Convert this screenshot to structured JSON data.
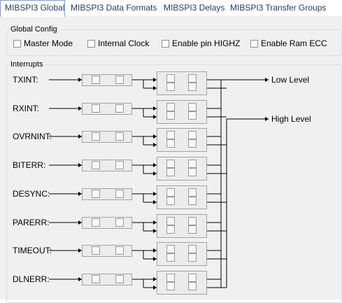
{
  "tabs": [
    {
      "label": "MIBSPI3 Global",
      "active": true
    },
    {
      "label": "MIBSPI3 Data Formats",
      "active": false
    },
    {
      "label": "MIBSPI3 Delays",
      "active": false
    },
    {
      "label": "MIBSPI3 Transfer Groups",
      "active": false
    }
  ],
  "global_config": {
    "title": "Global Config",
    "options": [
      {
        "label": "Master Mode",
        "checked": false
      },
      {
        "label": "Internal Clock",
        "checked": false
      },
      {
        "label": "Enable pin HIGHZ",
        "checked": false
      },
      {
        "label": "Enable Ram ECC",
        "checked": false
      }
    ]
  },
  "interrupts": {
    "title": "Interrupts",
    "items": [
      {
        "label": "TXINT:"
      },
      {
        "label": "RXINT:"
      },
      {
        "label": "OVRNINT:"
      },
      {
        "label": "BITERR:"
      },
      {
        "label": "DESYNC:"
      },
      {
        "label": "PARERR:"
      },
      {
        "label": "TIMEOUT:"
      },
      {
        "label": "DLNERR:"
      }
    ],
    "outputs": {
      "low": "Low Level",
      "high": "High Level"
    }
  },
  "colors": {
    "tab_text": "#1e395b",
    "tab_border": "#7a9cd3",
    "panel_bg": "#f0f0f0",
    "wire": "#000000",
    "wire_blue": "#4a6a9a"
  }
}
